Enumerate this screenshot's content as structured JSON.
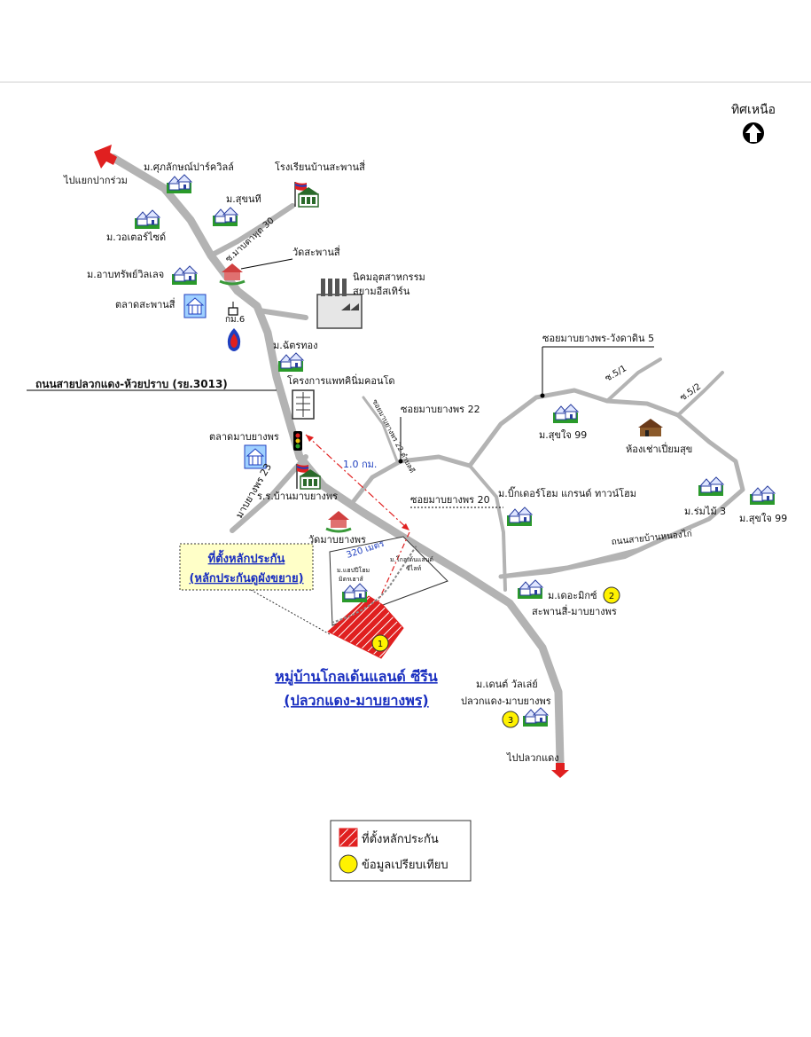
{
  "north": {
    "label": "ทิศเหนือ",
    "icon": "north-arrow-icon"
  },
  "project": {
    "title": "หมู่บ้านโกลเด้นแลนด์ ซีรีน",
    "subtitle": "(ปลวกแดง-มาบยางพร)"
  },
  "collateral_note": {
    "line1": "ที่ตั้งหลักประกัน",
    "line2": "(หลักประกันดูผังขยาย)"
  },
  "main_road": "ถนนสายปลวกแดง-ห้วยปราบ (รย.3013)",
  "places": {
    "to_pakruam": "ไปแยกปากร่วม",
    "suphalak": "ม.ศุภลักษณ์ปาร์ควิลล์",
    "school_sapansi": "โรงเรียนบ้านสะพานสี่",
    "suksanti": "ม.สุขนที",
    "waterside": "ม.วอเตอร์ไซด์",
    "soi_maptaphut30": "ซ.มาบตาพุด 30",
    "wat_sapansi": "วัดสะพานสี่",
    "estate_line1": "นิคมอุตสาหกรรม",
    "estate_line2": "สยามอีสเทิร์น",
    "arbon": "ม.อาบทรัพย์วิลเลจ",
    "market_sapansi": "ตลาดสะพานสี่",
    "km6": "กม.6",
    "chatrathong": "ม.ฉัตรทอง",
    "condo": "โครงการแพทคินิ่มคอนโด",
    "soi_wangdin": "ซอยมาบยางพร-วังดาดิน 5",
    "soi51": "ซ.5/1",
    "soi52": "ซ.5/2",
    "soi22": "ซอยมาบยางพร 22",
    "soi_side": "ซอยมาบยางพร 22 ตำบลดี",
    "suksai99a": "ม.สุขใจ 99",
    "rental": "ห้องเช่าเปี่ยมสุข",
    "market_mapyangporn": "ตลาดมาบยางพร",
    "dist_1km": "1.0 กม.",
    "soi23": "มาบยางพร 23",
    "school_mapyangporn": "ร.ร.บ้านมาบยางพร",
    "soi20": "ซอยมาบยางพร 20",
    "big_home": "ม.บิ๊กเดอร์โฮม แกรนด์ ทาวน์โฮม",
    "romsai3": "ม.ร่มไม้ 3",
    "suksai99b": "ม.สุขใจ 99",
    "wat_mapyangporn": "วัดมาบยางพร",
    "road_nongtai": "ถนนสายบ้านหนองไก่",
    "dist_320": "320 เมตร",
    "inset_a1": "ม.แฮปปีโฮม",
    "inset_a2": "มิตรเฮาส์",
    "inset_b1": "ม.โกลเด้นแลนด์",
    "inset_b2": "ซีไลท์",
    "the_mix": "ม.เดอะมิกซ์",
    "sapansi_mapyangporn": "สะพานสี่-มาบยางพร",
    "the_sun_line1": "ม.เดนต์ วัลเล่ย์",
    "the_sun_line2": "ปลวกแดง-มาบยางพร",
    "to_pluakdaeng": "ไปปลวกแดง"
  },
  "markers": {
    "m1": "1",
    "m2": "2",
    "m3": "3"
  },
  "legend": {
    "collateral": "ที่ตั้งหลักประกัน",
    "comparison": "ข้อมูลเปรียบเทียบ"
  },
  "colors": {
    "road": "#b3b3b3",
    "collateral": "#e02020",
    "marker": "#fff200",
    "link": "#1a2fc0",
    "note_bg": "#ffffc8"
  }
}
